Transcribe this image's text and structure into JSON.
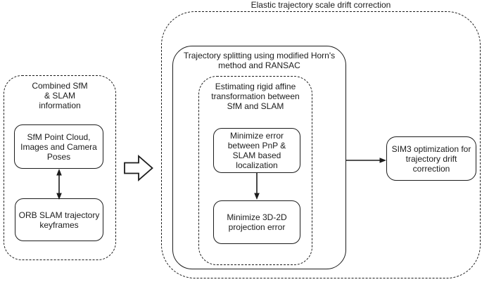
{
  "title": "Elastic trajectory scale drift correction",
  "left_group": {
    "label": "Combined SfM\n& SLAM\ninformation",
    "sfm_node": "SfM Point Cloud,\nImages and Camera\nPoses",
    "orb_node": "ORB SLAM trajectory\nkeyframes"
  },
  "pipeline": {
    "trajectory_label": "Trajectory splitting using modified Horn's\nmethod and RANSAC",
    "estimating_label": "Estimating rigid affine\ntransformation between\nSfM and SLAM",
    "pnp_node": "Minimize error\nbetween PnP &\nSLAM based\nlocalization",
    "projection_node": "Minimize 3D-2D\nprojection error"
  },
  "output": {
    "sim3_node": "SIM3 optimization for\ntrajectory drift\ncorrection"
  },
  "colors": {
    "stroke": "#1c1c1c",
    "text": "#1c1c1c",
    "background": "#ffffff"
  }
}
